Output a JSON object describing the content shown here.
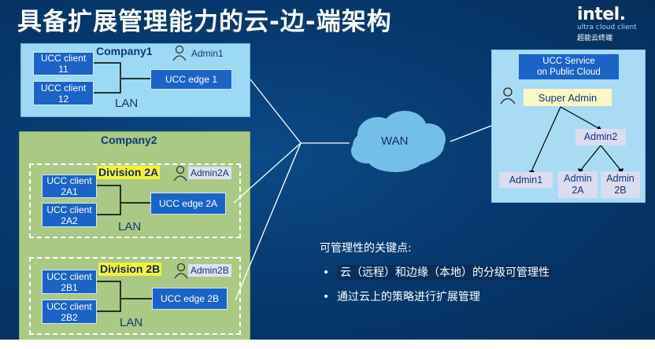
{
  "slide": {
    "title": "具备扩展管理能力的云-边-端架构"
  },
  "logo": {
    "brand": "intel.",
    "tagline": "ultra cloud client",
    "tagline_cn": "超能云终端"
  },
  "company1": {
    "name": "Company1",
    "admin": "Admin1",
    "clients": [
      {
        "line1": "UCC client",
        "line2": "11"
      },
      {
        "line1": "UCC client",
        "line2": "12"
      }
    ],
    "edge": "UCC edge 1",
    "lan": "LAN"
  },
  "company2": {
    "name": "Company2",
    "division_a": {
      "name": "Division 2A",
      "admin": "Admin2A",
      "clients": [
        {
          "line1": "UCC client",
          "line2": "2A1"
        },
        {
          "line1": "UCC client",
          "line2": "2A2"
        }
      ],
      "edge": "UCC edge 2A",
      "lan": "LAN"
    },
    "division_b": {
      "name": "Division 2B",
      "admin": "Admin2B",
      "clients": [
        {
          "line1": "UCC client",
          "line2": "2B1"
        },
        {
          "line1": "UCC client",
          "line2": "2B2"
        }
      ],
      "edge": "UCC edge 2B",
      "lan": "LAN"
    }
  },
  "wan": {
    "label": "WAN"
  },
  "cloud_service": {
    "service_line1": "UCC Service",
    "service_line2": "on Public Cloud",
    "super_admin": "Super Admin",
    "admin2": "Admin2",
    "admin1": "Admin1",
    "admin2a": {
      "line1": "Admin",
      "line2": "2A"
    },
    "admin2b": {
      "line1": "Admin",
      "line2": "2B"
    }
  },
  "key_points": {
    "title": "可管理性的关键点:",
    "items": [
      "云（远程）和边缘（本地）的分级可管理性",
      "通过云上的策略进行扩展管理"
    ]
  },
  "colors": {
    "background": "#073a70",
    "box_blue": "#1b63c6",
    "company1_bg": "#9cd9f4",
    "company2_bg": "#a9c985",
    "cloud_panel_bg": "#a9dcf4",
    "division_highlight": "#f6f23a",
    "super_admin_bg": "#fdf6c6",
    "admin_tag_bg": "#dcdcf0"
  }
}
